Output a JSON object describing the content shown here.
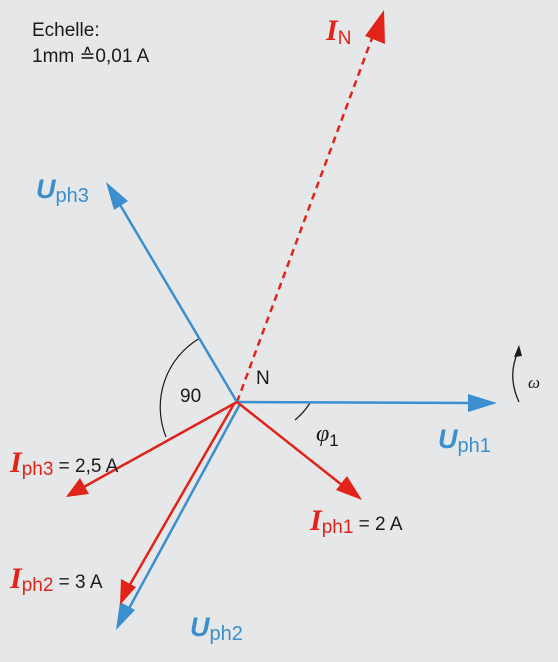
{
  "scale": {
    "title": "Echelle:",
    "value": "1mm ≙0,01 A"
  },
  "origin_label": "N",
  "angle_label": "90",
  "phi": {
    "symbol": "φ",
    "sub": "1"
  },
  "omega_label": "ω",
  "voltages": [
    {
      "id": "uph1",
      "symbol": "U",
      "sub": "ph1"
    },
    {
      "id": "uph2",
      "symbol": "U",
      "sub": "ph2"
    },
    {
      "id": "uph3",
      "symbol": "U",
      "sub": "ph3"
    }
  ],
  "currents": [
    {
      "id": "iph1",
      "symbol": "I",
      "sub": "ph1",
      "value": " = 2 A"
    },
    {
      "id": "iph2",
      "symbol": "I",
      "sub": "ph2",
      "value": " = 3 A"
    },
    {
      "id": "iph3",
      "symbol": "I",
      "sub": "ph3",
      "value": " = 2,5 A"
    }
  ],
  "neutral_current": {
    "symbol": "I",
    "sub": "N"
  },
  "colors": {
    "voltage": "#3b8fcf",
    "current": "#e2231a",
    "text": "#1a1a1a",
    "background": "#e6e7e8"
  }
}
